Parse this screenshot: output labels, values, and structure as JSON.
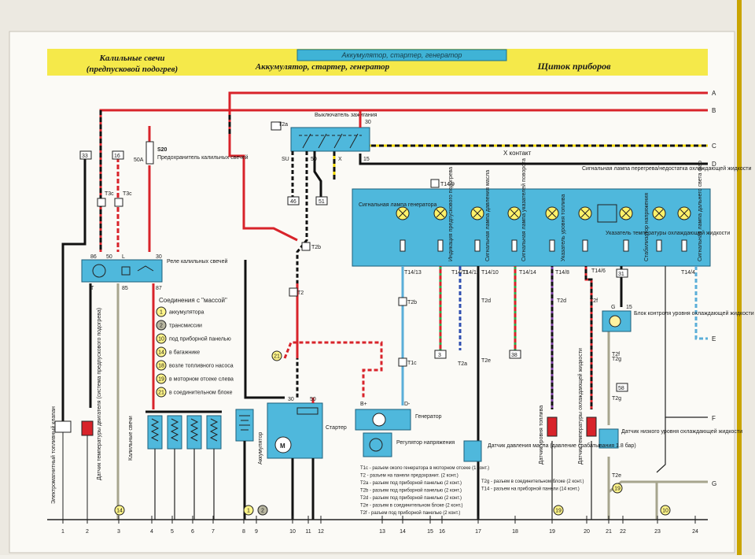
{
  "header": {
    "title_box": "Аккумулятор, стартер, генератор",
    "section_left": "Калильные свечи",
    "section_left_sub": "(предпусковой подогрев)",
    "section_mid": "Аккумулятор, стартер, генератор",
    "section_right": "Щиток приборов"
  },
  "rails": [
    "A",
    "B",
    "C",
    "D",
    "E",
    "F",
    "G"
  ],
  "labels": {
    "ignition_switch": "Выключатель зажигания",
    "x_contact": "X контакт",
    "fuse_s20": "S20",
    "fuse_text": "Предохранитель калильных свечей",
    "fuse_rating": "50A",
    "relay": "Реле калильных свечей",
    "glow_plugs": "Калильные свечи",
    "battery": "Аккумулятор",
    "starter": "Стартер",
    "generator": "Генератор",
    "regulator": "Регулятор напряжения",
    "oil_sensor": "Датчик давления масла (давление срабатывания 1.8 бар)",
    "fuel_gauge_sensor": "Датчик уровня топлива",
    "coolant_temp_sensor": "Датчик температуры охлаждающей жидкости",
    "fuel_valve": "Электромагнитный топливный клапан",
    "engine_temp_sensor": "Датчик температуры двигателя (система предпускового подогрева)",
    "coolant_level_block": "Блок контроля уровня охлаждающей жидкости",
    "low_coolant_sensor": "Датчик низкого уровня охлаждающей жидкости",
    "warn_overheat": "Сигнальная лампа перегрева/недостатка охлаждающей жидкости",
    "lamp_generator": "Сигнальная лампа генератора",
    "lamp_preheat": "Индикация предпускового подогрева",
    "lamp_oil": "Сигнальная лампа давления масла",
    "lamp_turn": "Сигнальная лампа указателей поворота",
    "fuel_level_gauge": "Указатель уровня топлива",
    "temp_gauge": "Указатель температуры охлаждающей жидкости",
    "stabilizer": "Стабилизатор напряжения",
    "lamp_highbeam": "Сигнальная лампа дальнего света фар"
  },
  "ground_legend": {
    "title": "Соединения с \"массой\"",
    "items": [
      {
        "n": "1",
        "text": "аккумулятора"
      },
      {
        "n": "2",
        "text": "трансмиссии"
      },
      {
        "n": "10",
        "text": "под приборной панелью"
      },
      {
        "n": "14",
        "text": "в багажнике"
      },
      {
        "n": "18",
        "text": "возле топливного насоса"
      },
      {
        "n": "19",
        "text": "в моторном отсеке слева"
      },
      {
        "n": "21",
        "text": "в соединительном блоке"
      }
    ]
  },
  "connector_notes": [
    "T1c - разъем около генератора в моторном отсеке (1 конт.)",
    "T2 - разъем на панели предохранит. (2 конт.)",
    "T2a - разъем под приборной панелью (2 конт.)",
    "T2b - разъем под приборной панелью (2 конт.)",
    "T2d - разъем под приборной панелью (2 конт.)",
    "T2e - разъем в соединительном блоке (2 конт.)",
    "T2f - разъем под приборной панелью (2 конт.)"
  ],
  "connector_notes_right": [
    "T2g - разъем в соединительном блоке (2 конт.)",
    "T14 - разъем на приборной панели (14 конт.)"
  ],
  "pins": {
    "relay": [
      "86",
      "50",
      "L",
      "30",
      "T",
      "85",
      "87"
    ],
    "switch": [
      "30",
      "SU",
      "50",
      "X",
      "15"
    ],
    "starter": [
      "30",
      "50"
    ],
    "generator": [
      "B+",
      "D-"
    ],
    "coolant_block": [
      "G",
      "15",
      "31"
    ]
  },
  "connectors": [
    "T3c",
    "T3c",
    "T2a",
    "T2b",
    "T2",
    "T1c",
    "T2b",
    "T14/9",
    "T14/13",
    "T14/11",
    "T14/12",
    "T14/10",
    "T14/14",
    "T14/8",
    "T14/6",
    "T14/4",
    "T2d",
    "T2d",
    "T2f",
    "T2e",
    "T2a",
    "T2g",
    "T2g",
    "T2f",
    "T2e"
  ],
  "wire_ids": [
    "33",
    "16",
    "46",
    "51",
    "3",
    "38",
    "31",
    "58"
  ],
  "ground_marks": [
    "14",
    "1",
    "2",
    "21",
    "19",
    "19",
    "10"
  ],
  "bottom_numbers": [
    "1",
    "2",
    "3",
    "4",
    "5",
    "6",
    "7",
    "8",
    "9",
    "10",
    "11",
    "12",
    "13",
    "14",
    "15",
    "16",
    "17",
    "18",
    "19",
    "20",
    "21",
    "22",
    "23",
    "24"
  ]
}
